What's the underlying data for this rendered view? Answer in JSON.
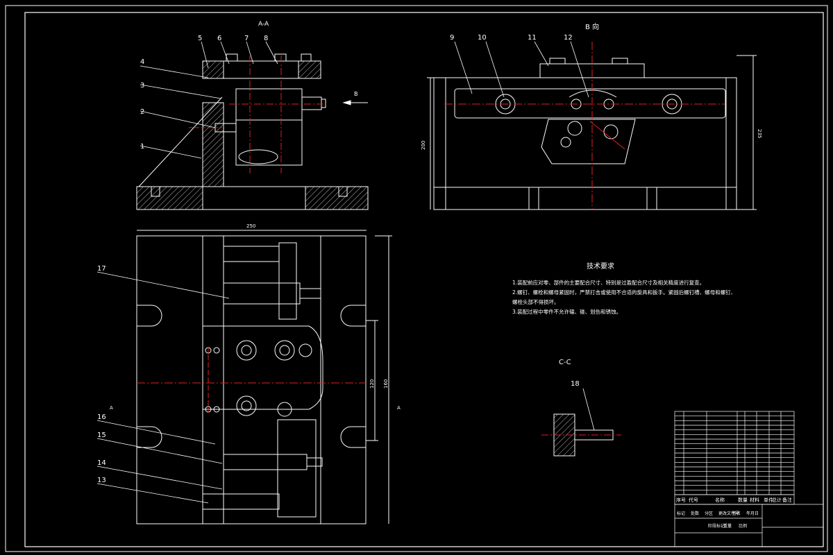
{
  "drawing": {
    "colors": {
      "background": "#000000",
      "outline": "#ffffff",
      "centerline": "#e02020",
      "callout": "#ffffff"
    },
    "views": {
      "section_aa": "A-A",
      "view_b": "B 向",
      "section_cc": "C-C",
      "arrow_b": "B",
      "section_mark_a_left": "A",
      "section_mark_a_right": "A"
    },
    "callouts": {
      "c1": "1",
      "c2": "2",
      "c3": "3",
      "c4": "4",
      "c5": "5",
      "c6": "6",
      "c7": "7",
      "c8": "8",
      "c9": "9",
      "c10": "10",
      "c11": "11",
      "c12": "12",
      "c13": "13",
      "c14": "14",
      "c15": "15",
      "c16": "16",
      "c17": "17",
      "c18": "18"
    },
    "dimensions": {
      "overall_width": "250",
      "height_left": "200",
      "height_right": "235",
      "inner_a": "120",
      "inner_b": "160"
    },
    "tech_requirements": {
      "title": "技术要求",
      "lines": [
        "1.装配前应对零、部件的主要配合尺寸、特别是过盈配合尺寸及相关精度进行复查。",
        "2.螺钉、螺栓和螺母紧固时，严禁打击或使用不合适的旋具和扳手。紧固后螺钉槽、螺母和螺钉、",
        "   螺栓头部不得损坏。",
        "3.装配过程中零件不允许磕、碰、划伤和锈蚀。"
      ]
    },
    "title_block": {
      "header": [
        "序号",
        "代号",
        "名称",
        "数量",
        "材料",
        "单件",
        "总计",
        "备注"
      ],
      "bottom_labels": [
        "标记",
        "处数",
        "分区",
        "更改文件号",
        "签名",
        "年月日",
        "阶段标记",
        "重量",
        "比例"
      ]
    }
  }
}
